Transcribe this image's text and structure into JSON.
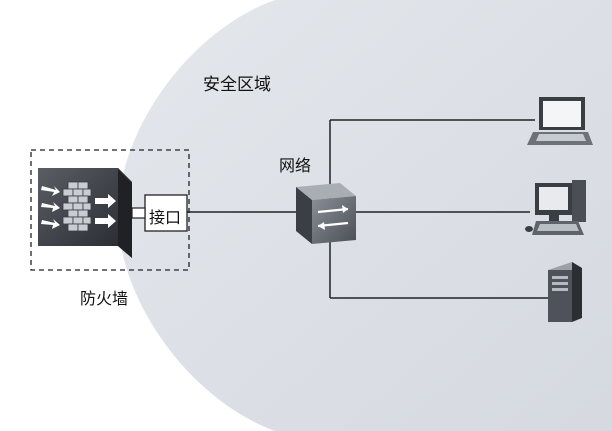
{
  "labels": {
    "zone": "安全区域",
    "network": "网络",
    "interface": "接口",
    "firewall": "防火墙"
  },
  "colors": {
    "zone_fill": "#dde1e8",
    "background": "#ffffff",
    "line": "#222222",
    "device_dark": "#3a3d42",
    "device_mid": "#6d7178"
  },
  "icons": [
    "firewall-icon",
    "network-switch-icon",
    "laptop-icon",
    "desktop-computer-icon",
    "server-tower-icon"
  ]
}
